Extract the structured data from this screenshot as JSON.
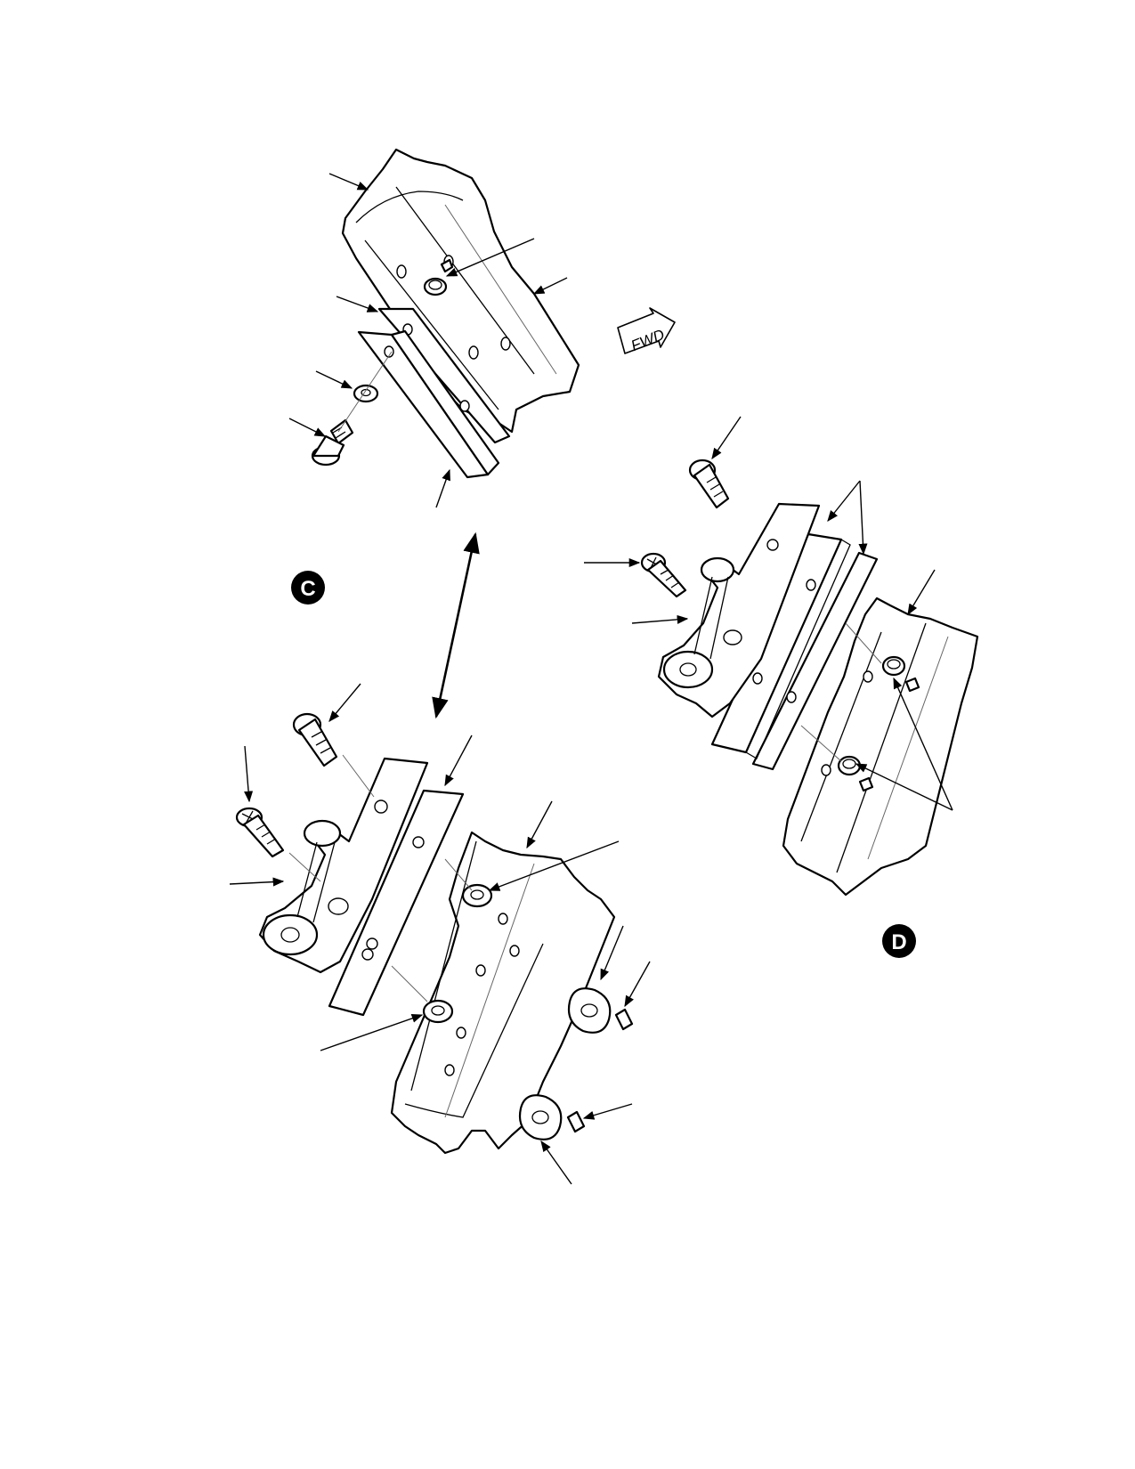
{
  "labels": {
    "view_c": "C",
    "view_d": "D",
    "fwd": "FWD"
  },
  "colors": {
    "ink": "#000000",
    "paper": "#ffffff"
  }
}
